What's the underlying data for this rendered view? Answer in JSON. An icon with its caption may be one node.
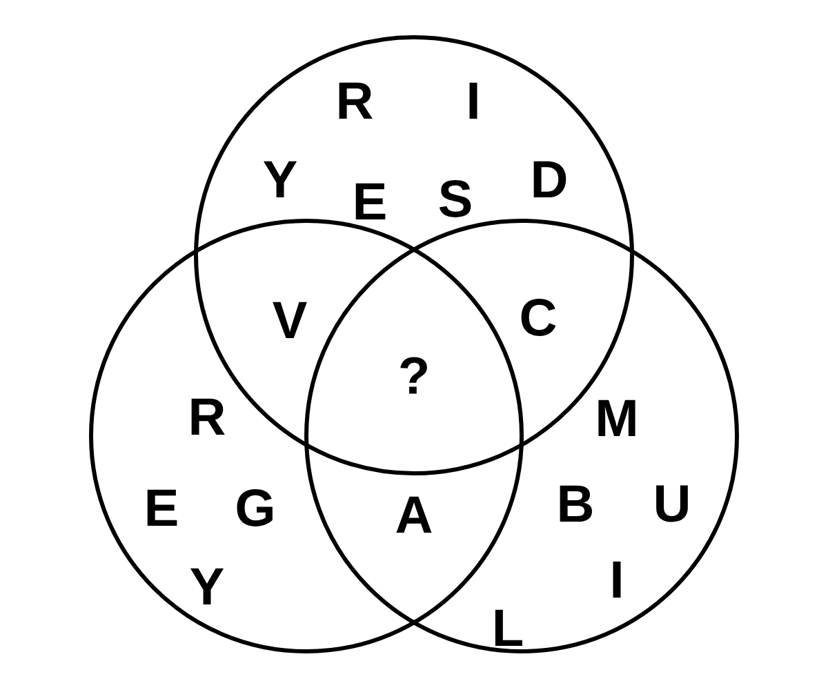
{
  "diagram": {
    "nodes": [
      {
        "text": [],
        "shape": "circle"
      },
      {
        "text": [],
        "shape": "circle"
      },
      {
        "text": [],
        "shape": "circle"
      }
    ],
    "labels": [
      "R",
      "I",
      "Y",
      "D",
      "E",
      "S",
      "V",
      "C",
      "?",
      "R",
      "M",
      "E",
      "G",
      "A",
      "B",
      "U",
      "Y",
      "I",
      "L"
    ]
  }
}
